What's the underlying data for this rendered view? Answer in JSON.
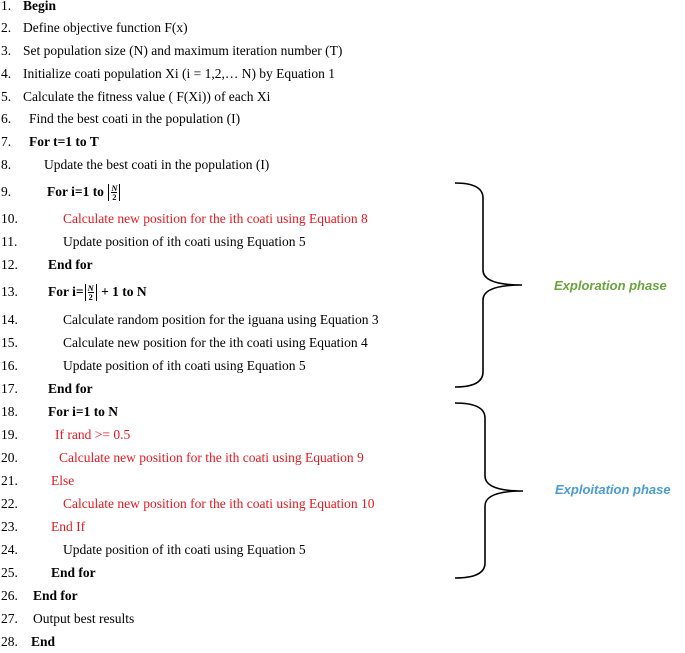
{
  "lines": [
    {
      "num": "1.",
      "text": "Begin"
    },
    {
      "num": "2.",
      "text": "Define objective function F(x)"
    },
    {
      "num": "3.",
      "text": "Set population size (N) and maximum iteration number (T)"
    },
    {
      "num": "4.",
      "text": "Initialize coati population Xi (i = 1,2,… N) by Equation 1"
    },
    {
      "num": "5.",
      "text": "Calculate the fitness value ( F(Xi)) of each Xi"
    },
    {
      "num": "6.",
      "text": "Find the best coati in the population (I)"
    },
    {
      "num": "7.",
      "text": "For t=1 to T"
    },
    {
      "num": "8.",
      "text": "Update the best coati in the population (I)"
    },
    {
      "num": "9.",
      "text": "For i=1 to ",
      "frac_num": "N",
      "frac_den": "2",
      "text_after": ""
    },
    {
      "num": "10.",
      "text": "Calculate new position for the ith coati using Equation 8"
    },
    {
      "num": "11.",
      "text": "Update position of ith coati using Equation 5"
    },
    {
      "num": "12.",
      "text": "End for"
    },
    {
      "num": "13.",
      "text": "For i=",
      "frac_num": "N",
      "frac_den": "2",
      "text_after": " + 1 to N"
    },
    {
      "num": "14.",
      "text": "Calculate random position for the iguana using Equation 3"
    },
    {
      "num": "15.",
      "text": "Calculate new position for the ith coati using Equation 4"
    },
    {
      "num": "16.",
      "text": "Update position of ith coati using Equation 5"
    },
    {
      "num": "17.",
      "text": "End for"
    },
    {
      "num": "18.",
      "text": "For i=1 to N"
    },
    {
      "num": "19.",
      "text": "If rand >= 0.5"
    },
    {
      "num": "20.",
      "text": "Calculate new position for the ith coati using Equation 9"
    },
    {
      "num": "21.",
      "text": "Else"
    },
    {
      "num": "22.",
      "text": "Calculate new position for the ith coati using Equation 10"
    },
    {
      "num": "23.",
      "text": "End If"
    },
    {
      "num": "24.",
      "text": "Update position of ith coati using Equation 5"
    },
    {
      "num": "25.",
      "text": "End for"
    },
    {
      "num": "26.",
      "text": "End for"
    },
    {
      "num": "27.",
      "text": "Output best results"
    },
    {
      "num": "28.",
      "text": "End"
    }
  ],
  "phases": {
    "exploration": "Exploration phase",
    "exploitation": "Exploitation phase"
  },
  "colors": {
    "highlight_red": "#e8181f",
    "exploration_green": "#6aa43c",
    "exploitation_blue": "#4a9bd6"
  }
}
